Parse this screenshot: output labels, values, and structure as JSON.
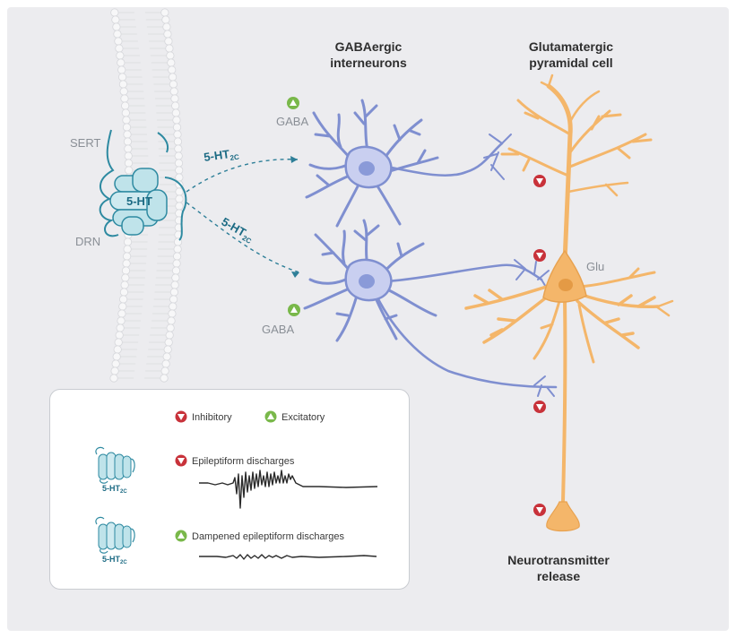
{
  "membrane": {
    "sert_label": "SERT",
    "drn_label": "DRN",
    "receptor_label": "5-HT"
  },
  "arrows": {
    "upper_label_main": "5-HT",
    "upper_label_sub": "2C",
    "lower_label_main": "5-HT",
    "lower_label_sub": "2C"
  },
  "interneurons": {
    "title_line1": "GABAergic",
    "title_line2": "interneurons",
    "upper_marker_label": "GABA",
    "lower_marker_label": "GABA"
  },
  "pyramidal": {
    "title_line1": "Glutamatergic",
    "title_line2": "pyramidal cell",
    "soma_label": "Glu",
    "release_line1": "Neurotransmitter",
    "release_line2": "release"
  },
  "legend": {
    "inhibitory_label": "Inhibitory",
    "excitatory_label": "Excitatory",
    "row1_label": "Epileptiform discharges",
    "row2_label": "Dampened epileptiform discharges",
    "row1_receptor_main": "5-HT",
    "row1_receptor_sub": "2C",
    "row2_receptor_main": "5-HT",
    "row2_receptor_sub": "2C"
  },
  "colors": {
    "background": "#ececef",
    "interneuron": "#7f8fd0",
    "interneuron_fill": "#c9cff0",
    "pyramidal": "#f4b66a",
    "pyramidal_dark": "#e49a45",
    "receptor_fill": "#bfe3ea",
    "receptor_stroke": "#2e8aa1",
    "inhibitory": "#c8323a",
    "excitatory": "#79b84a",
    "trace": "#2b2b2b"
  },
  "icons": {
    "inhibitory": "inhibitory-down-triangle-icon",
    "excitatory": "excitatory-up-triangle-icon"
  }
}
